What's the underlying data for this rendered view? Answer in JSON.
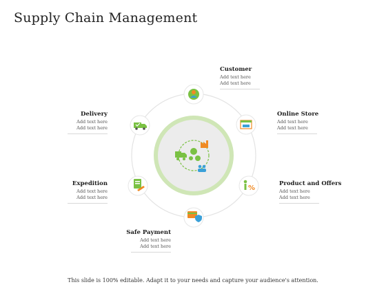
{
  "title": "Supply Chain Management",
  "footer": "This slide is 100% editable. Adapt it to your needs and capture your audience's attention.",
  "nodes": {
    "customer": {
      "label": "Customer",
      "line1": "Add text here",
      "line2": "Add text here",
      "icon": "user-icon"
    },
    "online_store": {
      "label": "Online Store",
      "line1": "Add text here",
      "line2": "Add text here",
      "icon": "storefront-icon"
    },
    "product_offers": {
      "label": "Product and Offers",
      "line1": "Add text here",
      "line2": "Add text here",
      "icon": "percent-offer-icon"
    },
    "safe_payment": {
      "label": "Safe Payment",
      "line1": "Add text here",
      "line2": "Add text here",
      "icon": "secure-card-icon"
    },
    "expedition": {
      "label": "Expedition",
      "line1": "Add text here",
      "line2": "Add text here",
      "icon": "clipboard-icon"
    },
    "delivery": {
      "label": "Delivery",
      "line1": "Add text here",
      "line2": "Add text here",
      "icon": "delivery-truck-icon"
    }
  },
  "colors": {
    "ring_outer": "#cfe6b6",
    "center_fill": "#ececec",
    "green": "#7ac143",
    "orange": "#f08a24",
    "blue": "#3aa0d8"
  }
}
